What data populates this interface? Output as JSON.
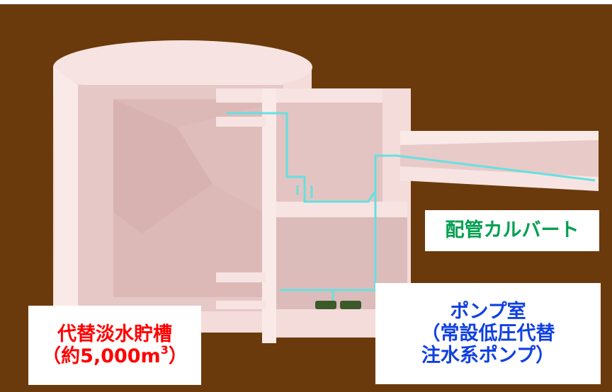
{
  "colors": {
    "background": "#6b3a0c",
    "structure": "#f2d9d6",
    "structure_shadow": "#d9b8b6",
    "pipe": "#66e0e0",
    "tank_label": "#ff0000",
    "culvert_label": "#00a050",
    "pump_label": "#1040e0"
  },
  "labels": {
    "tank": {
      "line1": "代替淡水貯槽",
      "line2_pre": "（約5,000m",
      "line2_sup": "3",
      "line2_post": "）"
    },
    "culvert": {
      "text": "配管カルバート"
    },
    "pump": {
      "line1": "ポンプ室",
      "line2": "（常設低圧代替",
      "line3": "注水系ポンプ）"
    }
  }
}
